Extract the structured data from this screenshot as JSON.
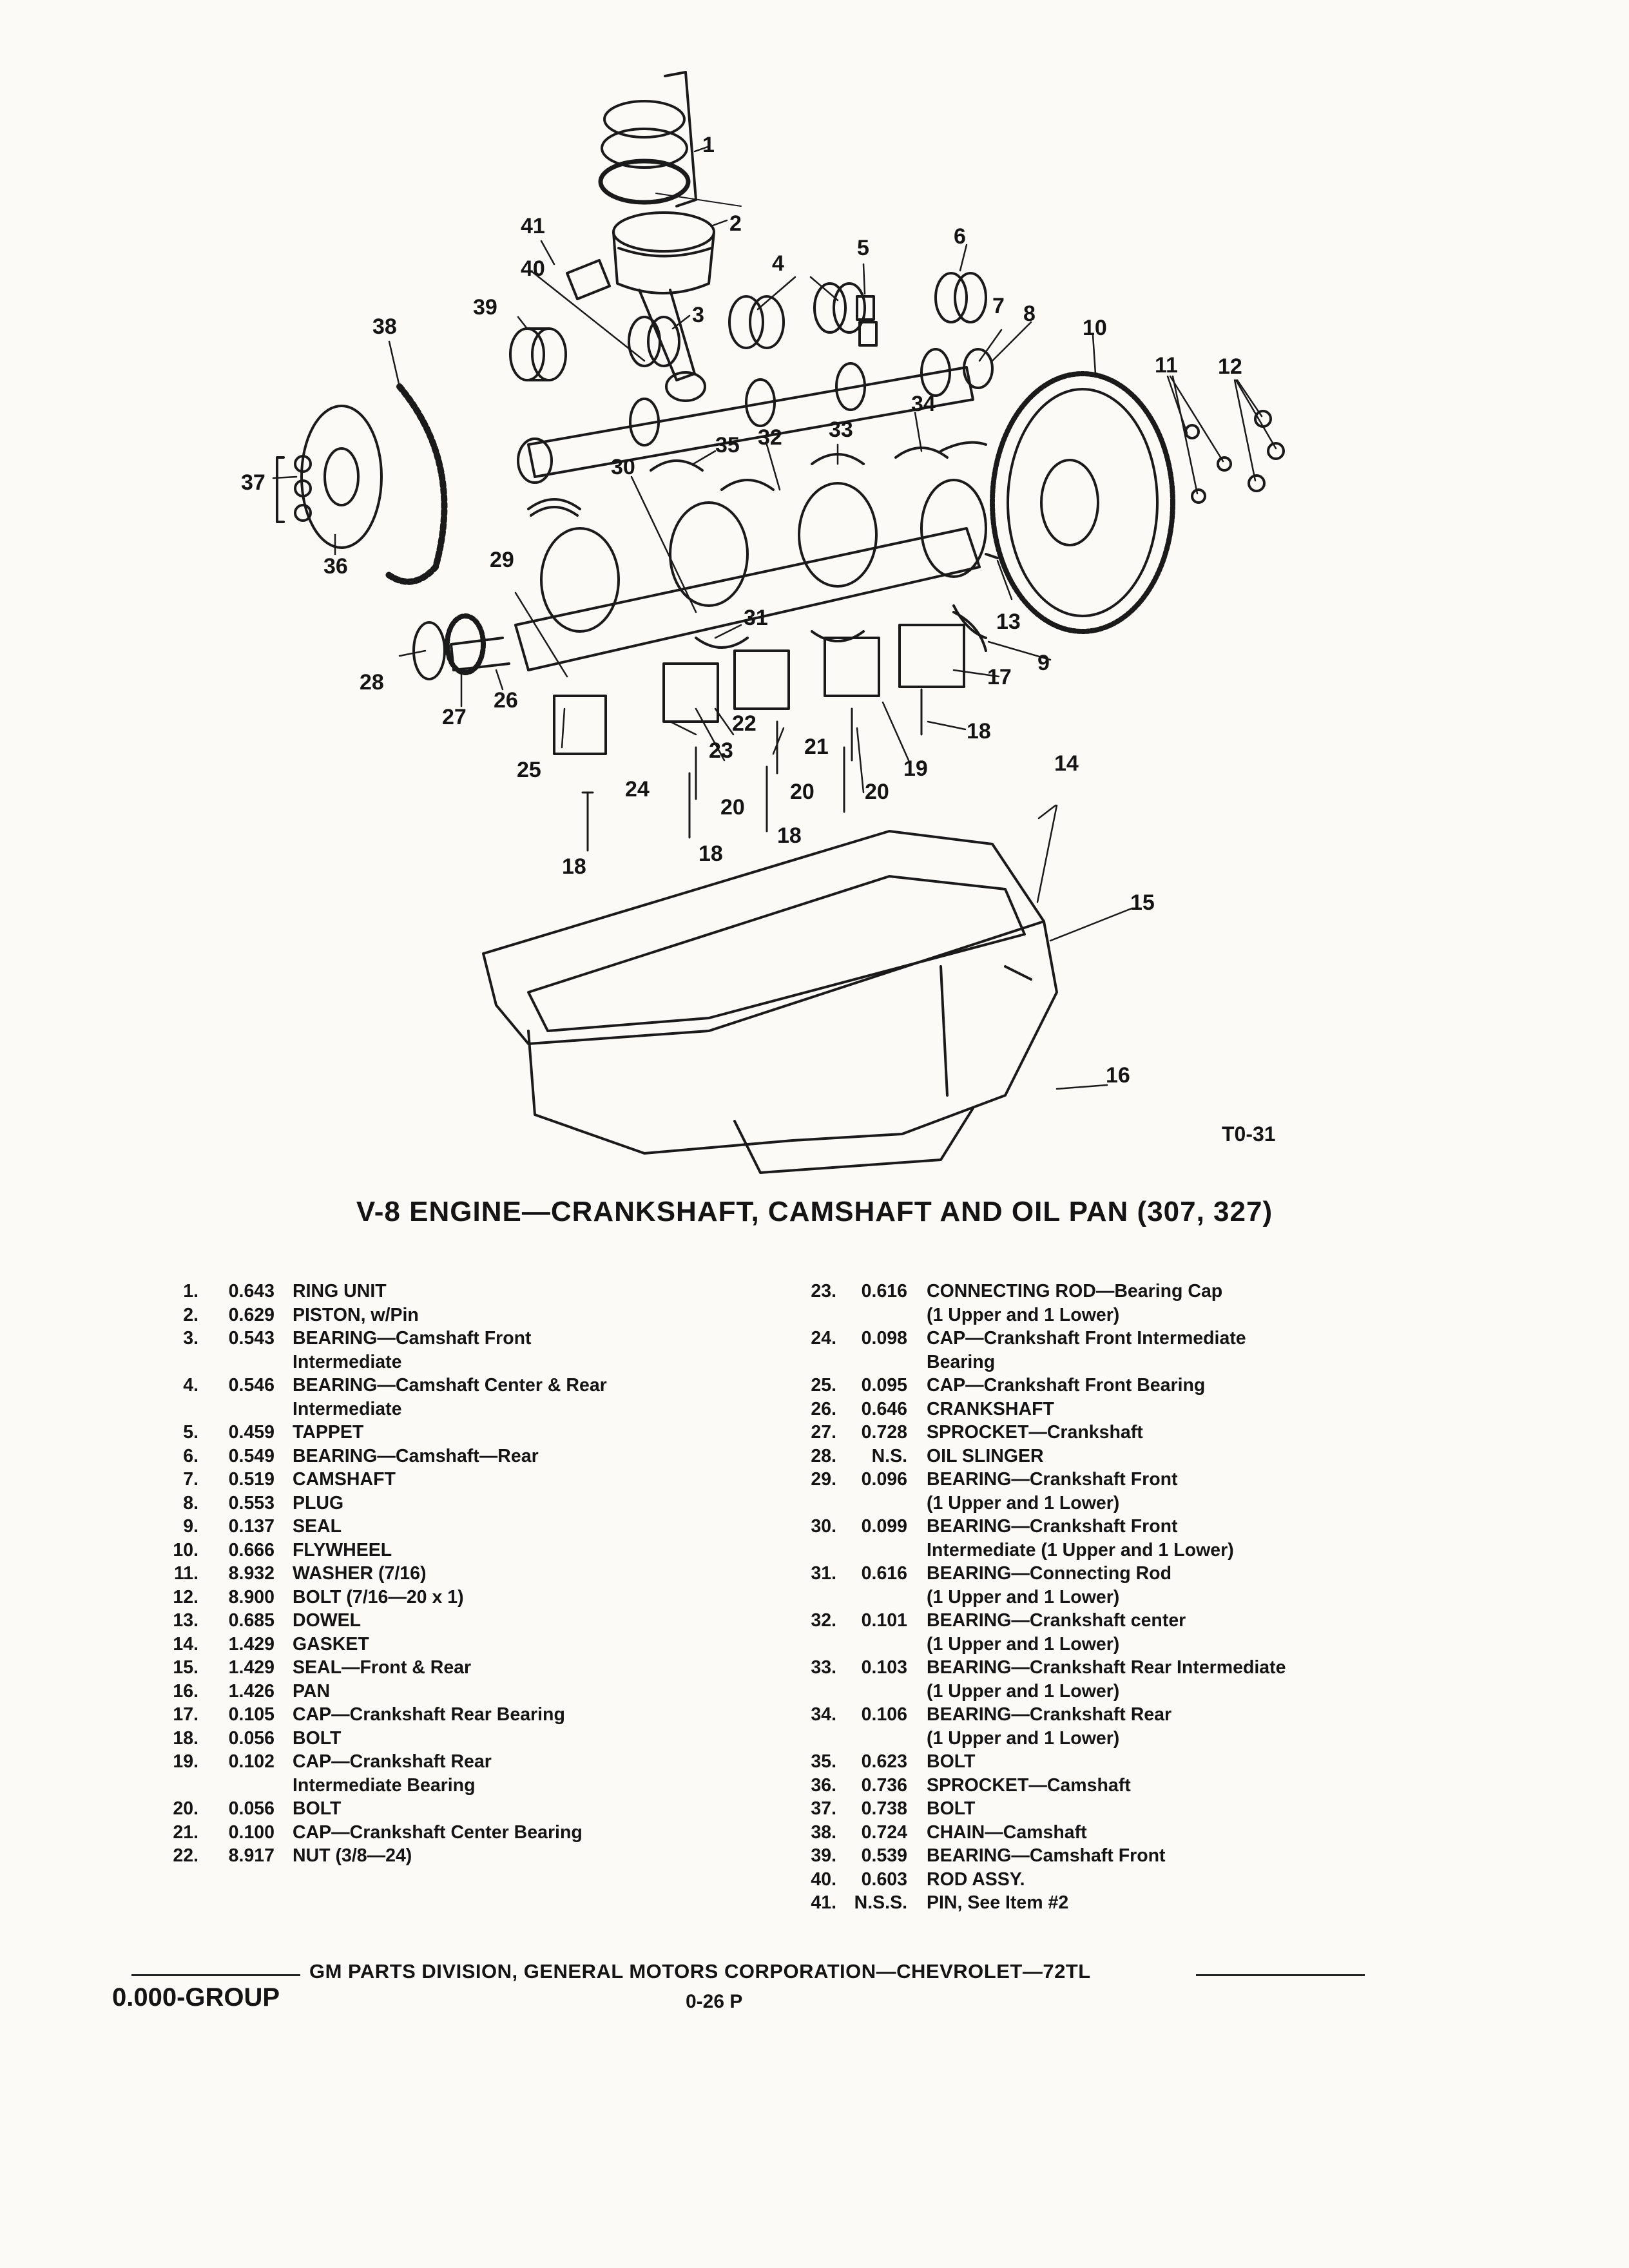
{
  "figure": {
    "code": "T0-31",
    "callouts": [
      "1",
      "2",
      "3",
      "4",
      "5",
      "6",
      "7",
      "8",
      "9",
      "10",
      "11",
      "12",
      "13",
      "14",
      "15",
      "16",
      "17",
      "18",
      "19",
      "20",
      "21",
      "22",
      "23",
      "24",
      "25",
      "26",
      "27",
      "28",
      "29",
      "30",
      "31",
      "32",
      "33",
      "34",
      "35",
      "36",
      "37",
      "38",
      "39",
      "40",
      "41"
    ],
    "extra_callouts": {
      "c18b": "18",
      "c18c": "18",
      "c18d": "18",
      "c20b": "20",
      "c20c": "20"
    }
  },
  "title": "V-8 ENGINE—CRANKSHAFT, CAMSHAFT AND OIL PAN (307, 327)",
  "parts_left": [
    {
      "num": "1.",
      "code": "0.643",
      "desc": "RING UNIT"
    },
    {
      "num": "2.",
      "code": "0.629",
      "desc": "PISTON, w/Pin"
    },
    {
      "num": "3.",
      "code": "0.543",
      "desc": "BEARING—Camshaft Front\nIntermediate"
    },
    {
      "num": "4.",
      "code": "0.546",
      "desc": "BEARING—Camshaft Center & Rear\nIntermediate"
    },
    {
      "num": "5.",
      "code": "0.459",
      "desc": "TAPPET"
    },
    {
      "num": "6.",
      "code": "0.549",
      "desc": "BEARING—Camshaft—Rear"
    },
    {
      "num": "7.",
      "code": "0.519",
      "desc": "CAMSHAFT"
    },
    {
      "num": "8.",
      "code": "0.553",
      "desc": "PLUG"
    },
    {
      "num": "9.",
      "code": "0.137",
      "desc": "SEAL"
    },
    {
      "num": "10.",
      "code": "0.666",
      "desc": "FLYWHEEL"
    },
    {
      "num": "11.",
      "code": "8.932",
      "desc": "WASHER (7/16)"
    },
    {
      "num": "12.",
      "code": "8.900",
      "desc": "BOLT (7/16—20 x 1)"
    },
    {
      "num": "13.",
      "code": "0.685",
      "desc": "DOWEL"
    },
    {
      "num": "14.",
      "code": "1.429",
      "desc": "GASKET"
    },
    {
      "num": "15.",
      "code": "1.429",
      "desc": "SEAL—Front & Rear"
    },
    {
      "num": "16.",
      "code": "1.426",
      "desc": "PAN"
    },
    {
      "num": "17.",
      "code": "0.105",
      "desc": "CAP—Crankshaft Rear Bearing"
    },
    {
      "num": "18.",
      "code": "0.056",
      "desc": "BOLT"
    },
    {
      "num": "19.",
      "code": "0.102",
      "desc": "CAP—Crankshaft Rear\nIntermediate Bearing"
    },
    {
      "num": "20.",
      "code": "0.056",
      "desc": "BOLT"
    },
    {
      "num": "21.",
      "code": "0.100",
      "desc": "CAP—Crankshaft Center Bearing"
    },
    {
      "num": "22.",
      "code": "8.917",
      "desc": "NUT (3/8—24)"
    }
  ],
  "parts_right": [
    {
      "num": "23.",
      "code": "0.616",
      "desc": "CONNECTING ROD—Bearing Cap\n(1 Upper and 1 Lower)"
    },
    {
      "num": "24.",
      "code": "0.098",
      "desc": "CAP—Crankshaft Front Intermediate\nBearing"
    },
    {
      "num": "25.",
      "code": "0.095",
      "desc": "CAP—Crankshaft Front Bearing"
    },
    {
      "num": "26.",
      "code": "0.646",
      "desc": "CRANKSHAFT"
    },
    {
      "num": "27.",
      "code": "0.728",
      "desc": "SPROCKET—Crankshaft"
    },
    {
      "num": "28.",
      "code": "N.S.",
      "desc": "OIL SLINGER"
    },
    {
      "num": "29.",
      "code": "0.096",
      "desc": "BEARING—Crankshaft Front\n(1 Upper and 1 Lower)"
    },
    {
      "num": "30.",
      "code": "0.099",
      "desc": "BEARING—Crankshaft Front\nIntermediate (1 Upper and 1 Lower)"
    },
    {
      "num": "31.",
      "code": "0.616",
      "desc": "BEARING—Connecting Rod\n(1 Upper and 1 Lower)"
    },
    {
      "num": "32.",
      "code": "0.101",
      "desc": "BEARING—Crankshaft center\n(1 Upper and 1 Lower)"
    },
    {
      "num": "33.",
      "code": "0.103",
      "desc": "BEARING—Crankshaft Rear Intermediate\n(1 Upper and 1 Lower)"
    },
    {
      "num": "34.",
      "code": "0.106",
      "desc": "BEARING—Crankshaft Rear\n(1 Upper and 1 Lower)"
    },
    {
      "num": "35.",
      "code": "0.623",
      "desc": "BOLT"
    },
    {
      "num": "36.",
      "code": "0.736",
      "desc": "SPROCKET—Camshaft"
    },
    {
      "num": "37.",
      "code": "0.738",
      "desc": "BOLT"
    },
    {
      "num": "38.",
      "code": "0.724",
      "desc": "CHAIN—Camshaft"
    },
    {
      "num": "39.",
      "code": "0.539",
      "desc": "BEARING—Camshaft Front"
    },
    {
      "num": "40.",
      "code": "0.603",
      "desc": "ROD ASSY."
    },
    {
      "num": "41.",
      "code": "N.S.S.",
      "desc": "PIN, See Item #2"
    }
  ],
  "footer": {
    "text": "GM PARTS DIVISION, GENERAL MOTORS CORPORATION—CHEVROLET—72TL",
    "group": "0.000-GROUP",
    "page": "0-26 P"
  }
}
